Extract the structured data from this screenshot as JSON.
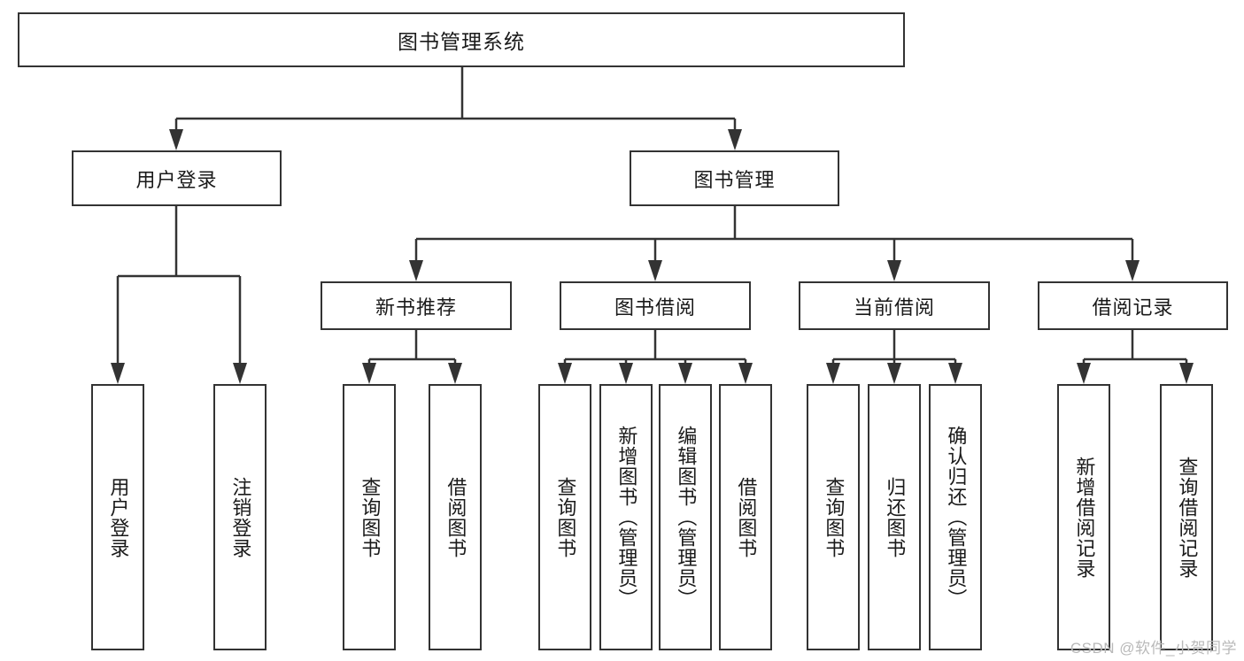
{
  "diagram": {
    "title": "图书管理系统",
    "type": "tree-hierarchy",
    "root": {
      "label": "图书管理系统"
    },
    "level2": [
      {
        "label": "用户登录"
      },
      {
        "label": "图书管理"
      }
    ],
    "level3": [
      {
        "label": "新书推荐"
      },
      {
        "label": "图书借阅"
      },
      {
        "label": "当前借阅"
      },
      {
        "label": "借阅记录"
      }
    ],
    "leaves": {
      "user_login": [
        {
          "label": "用户登录"
        },
        {
          "label": "注销登录"
        }
      ],
      "new_book_recommend": [
        {
          "label": "查询图书"
        },
        {
          "label": "借阅图书"
        }
      ],
      "book_borrow": [
        {
          "label": "查询图书"
        },
        {
          "label": "新增图书（管理员）"
        },
        {
          "label": "编辑图书（管理员）"
        },
        {
          "label": "借阅图书"
        }
      ],
      "current_borrow": [
        {
          "label": "查询图书"
        },
        {
          "label": "归还图书"
        },
        {
          "label": "确认归还（管理员）"
        }
      ],
      "borrow_record": [
        {
          "label": "新增借阅记录"
        },
        {
          "label": "查询借阅记录"
        }
      ]
    }
  },
  "watermark": {
    "text": "CSDN @软件_小贺同学"
  },
  "colors": {
    "border": "#333333",
    "background": "#ffffff",
    "text": "#1a1a1a",
    "watermark": "#b9b9b9"
  }
}
